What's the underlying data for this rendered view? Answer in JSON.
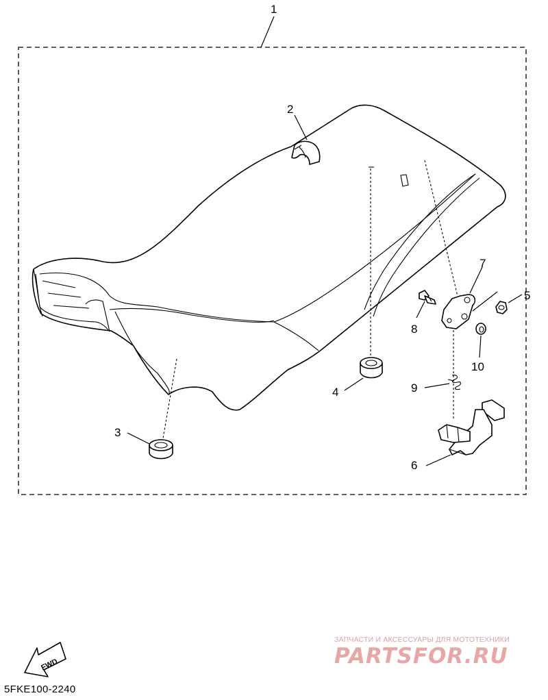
{
  "callouts": {
    "c1": "1",
    "c2": "2",
    "c3": "3",
    "c4": "4",
    "c5": "5",
    "c6": "6",
    "c7": "7",
    "c8": "8",
    "c9": "9",
    "c10": "10"
  },
  "fwd_label": "FWD",
  "part_code": "5FKE100-2240",
  "watermark": {
    "subtitle": "ЗАПЧАСТИ И АКСЕССУАРЫ ДЛЯ МОТОТЕХНИКИ",
    "logo": "PARTSFOR.RU",
    "color": "#e7a7a7"
  }
}
